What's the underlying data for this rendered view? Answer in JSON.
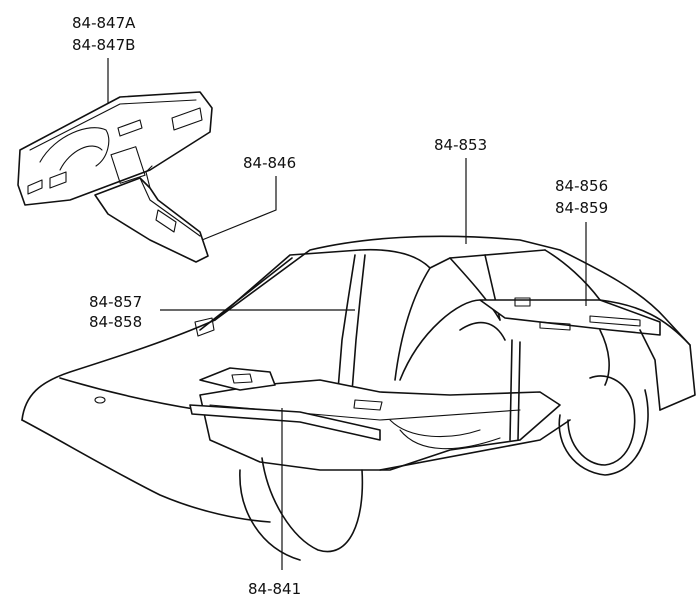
{
  "callouts": {
    "dash_a": "84-847A",
    "dash_b": "84-847B",
    "console": "84-846",
    "roof": "84-853",
    "rear_a": "84-856",
    "rear_b": "84-859",
    "pillar_a": "84-857",
    "pillar_b": "84-858",
    "floor": "84-841"
  }
}
